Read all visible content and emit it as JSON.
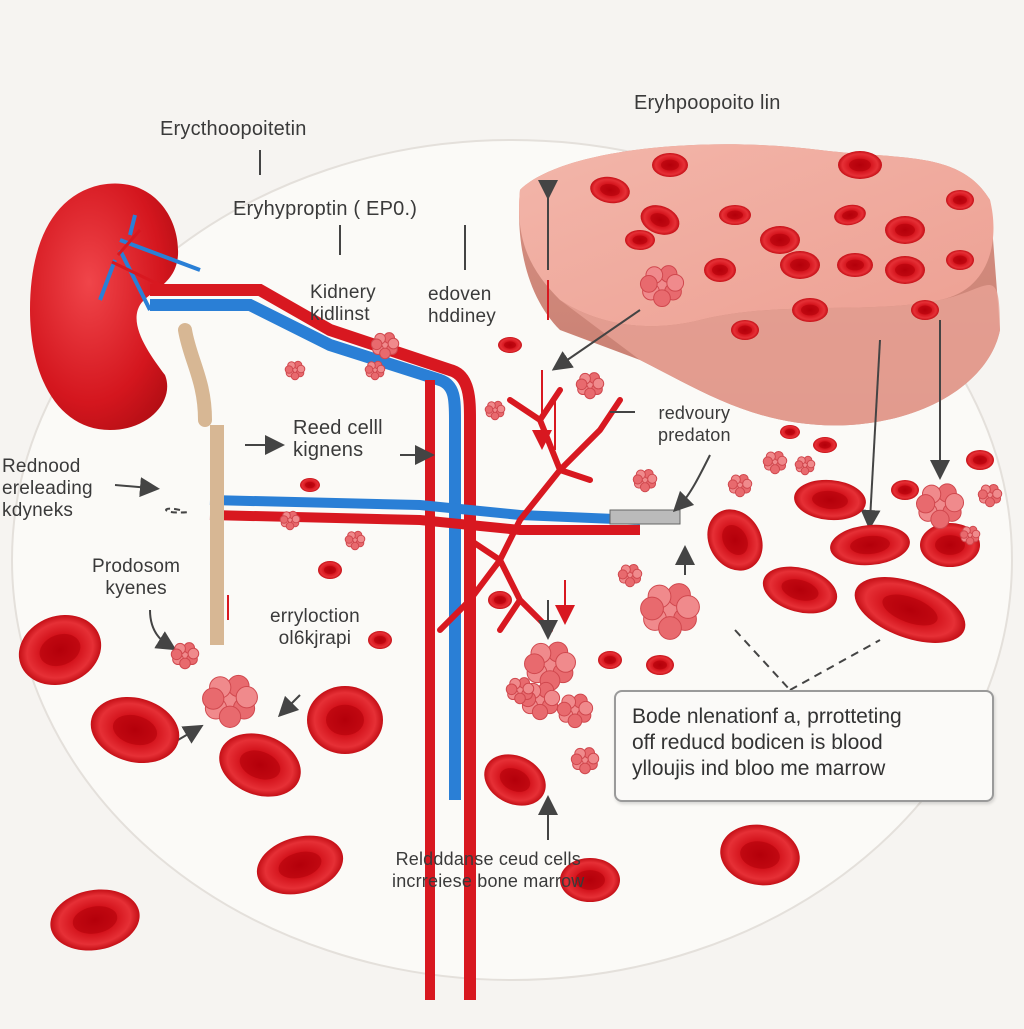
{
  "labels": {
    "top_left": "Erycthoopoitetin",
    "top_right": "Eryhpoopoito lin",
    "epo": "Eryhyproptin ( EP0.)",
    "kidnery": [
      "Kidnery",
      "kidlinst"
    ],
    "edoven": [
      "edoven",
      "hddiney"
    ],
    "reed_cell": [
      "Reed celll",
      "kignens"
    ],
    "redvoury": [
      "redvoury",
      "predaton"
    ],
    "rednood": [
      "Rednood",
      "ereleading",
      "kdyneks"
    ],
    "prodosom": [
      "Prodosom",
      "kyenes"
    ],
    "erylocition": [
      "erryloction",
      "ol6kjrapi"
    ],
    "bottom": [
      "Reldddanse ceud cells",
      "incrreiese bone marrow"
    ]
  },
  "callout": {
    "lines": [
      "Bode nlenationf a, prrotteting",
      "off reducd bodicen is blood",
      "ylloujis ind bloo me marrow"
    ]
  },
  "colors": {
    "rbc": "#d8141c",
    "artery": "#d81820",
    "vein": "#2a7fd6",
    "bone_tissue": "#eeaaa0",
    "cluster": "#e86a6e"
  }
}
